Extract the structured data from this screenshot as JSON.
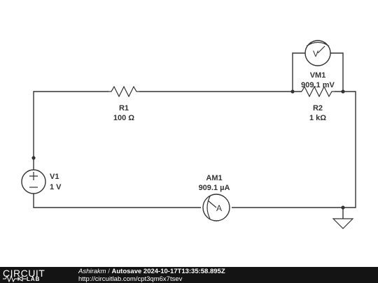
{
  "components": {
    "r1": {
      "name": "R1",
      "value": "100 Ω"
    },
    "r2": {
      "name": "R2",
      "value": "1 kΩ"
    },
    "v1": {
      "name": "V1",
      "value": "1 V"
    },
    "vm1": {
      "name": "VM1",
      "value": "909.1 mV",
      "symbol": "V"
    },
    "am1": {
      "name": "AM1",
      "value": "909.1 µA",
      "symbol": "A"
    }
  },
  "footer": {
    "logo_top": "CIRCUIT",
    "logo_bottom": "LAB",
    "author": "Ashirakm",
    "separator": "/",
    "title": "Autosave 2024-10-17T13:35:58.895Z",
    "url": "http://circuitlab.com/cpt3qm6x7tsev"
  },
  "colors": {
    "ink": "#333333",
    "footer_bg": "#141414",
    "footer_text": "#ffffff"
  }
}
